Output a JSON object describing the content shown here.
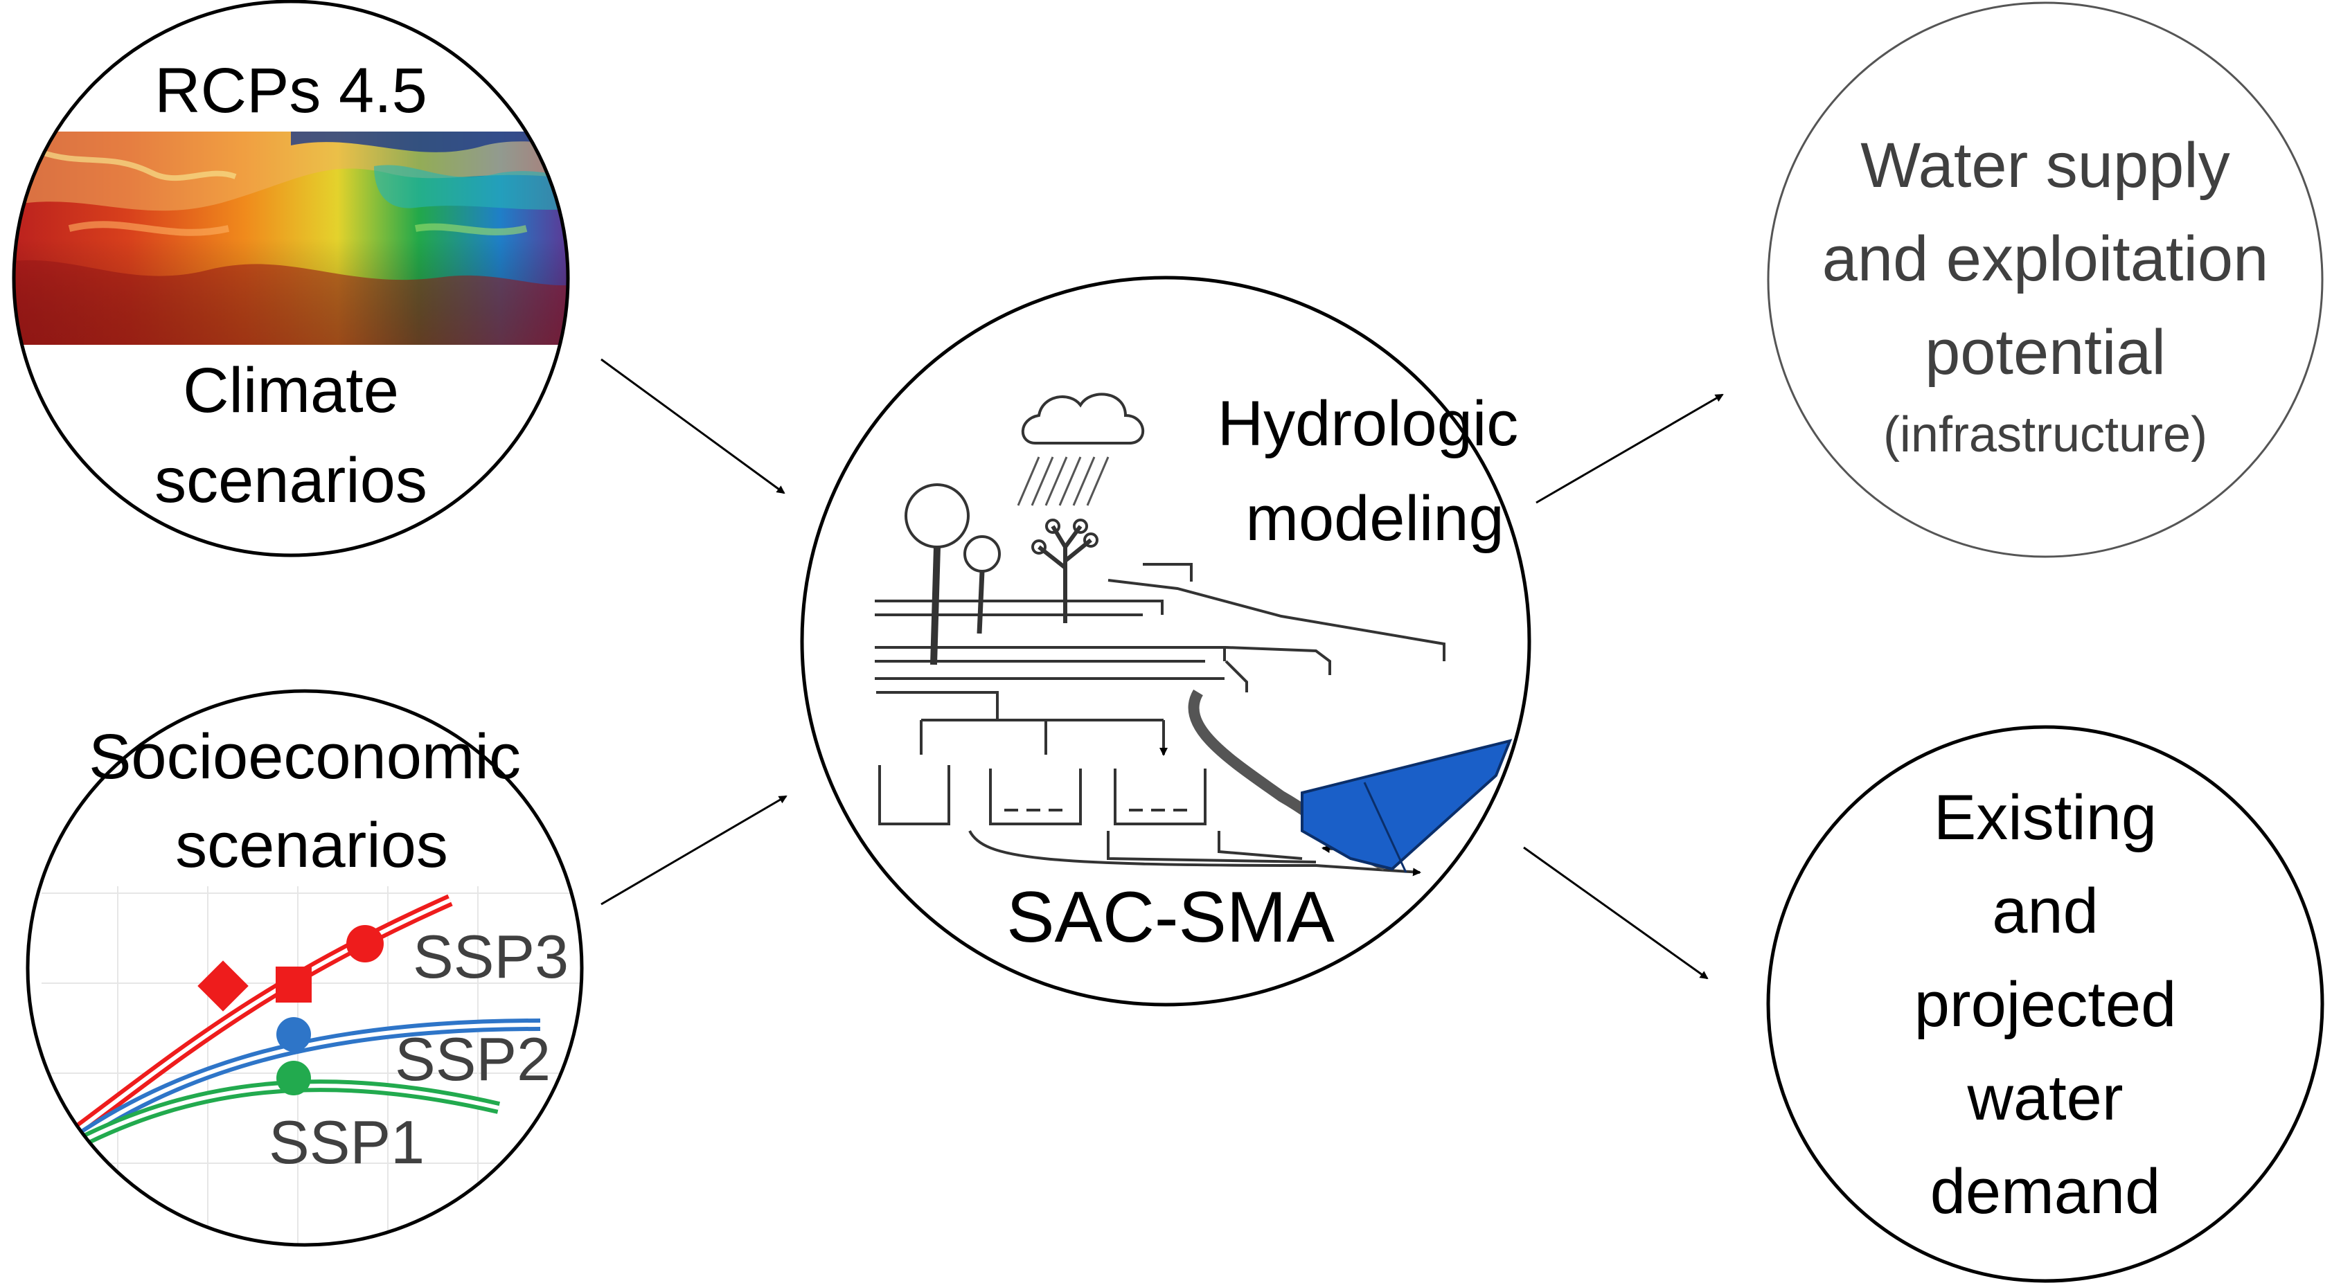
{
  "climate": {
    "title": "RCPs 4.5",
    "label_line1": "Climate",
    "label_line2": "scenarios"
  },
  "socio": {
    "label_line1": "Socioeconomic",
    "label_line2": "scenarios",
    "series": [
      {
        "name": "SSP3",
        "color": "#ee1c1c"
      },
      {
        "name": "SSP2",
        "color": "#2e75c8"
      },
      {
        "name": "SSP1",
        "color": "#22aa4e"
      }
    ]
  },
  "hydro": {
    "label_line1": "Hydrologic",
    "label_line2": "modeling",
    "model_name": "SAC-SMA",
    "water_color": "#1a5fc8"
  },
  "supply": {
    "line1": "Water supply",
    "line2": "and exploitation",
    "line3": "potential",
    "line4": "(infrastructure)"
  },
  "demand": {
    "line1": "Existing",
    "line2": "and",
    "line3": "projected",
    "line4": "water",
    "line5": "demand"
  },
  "colors": {
    "node_text": "#000000",
    "gray_text": "#404040",
    "arrow": "#000000"
  }
}
